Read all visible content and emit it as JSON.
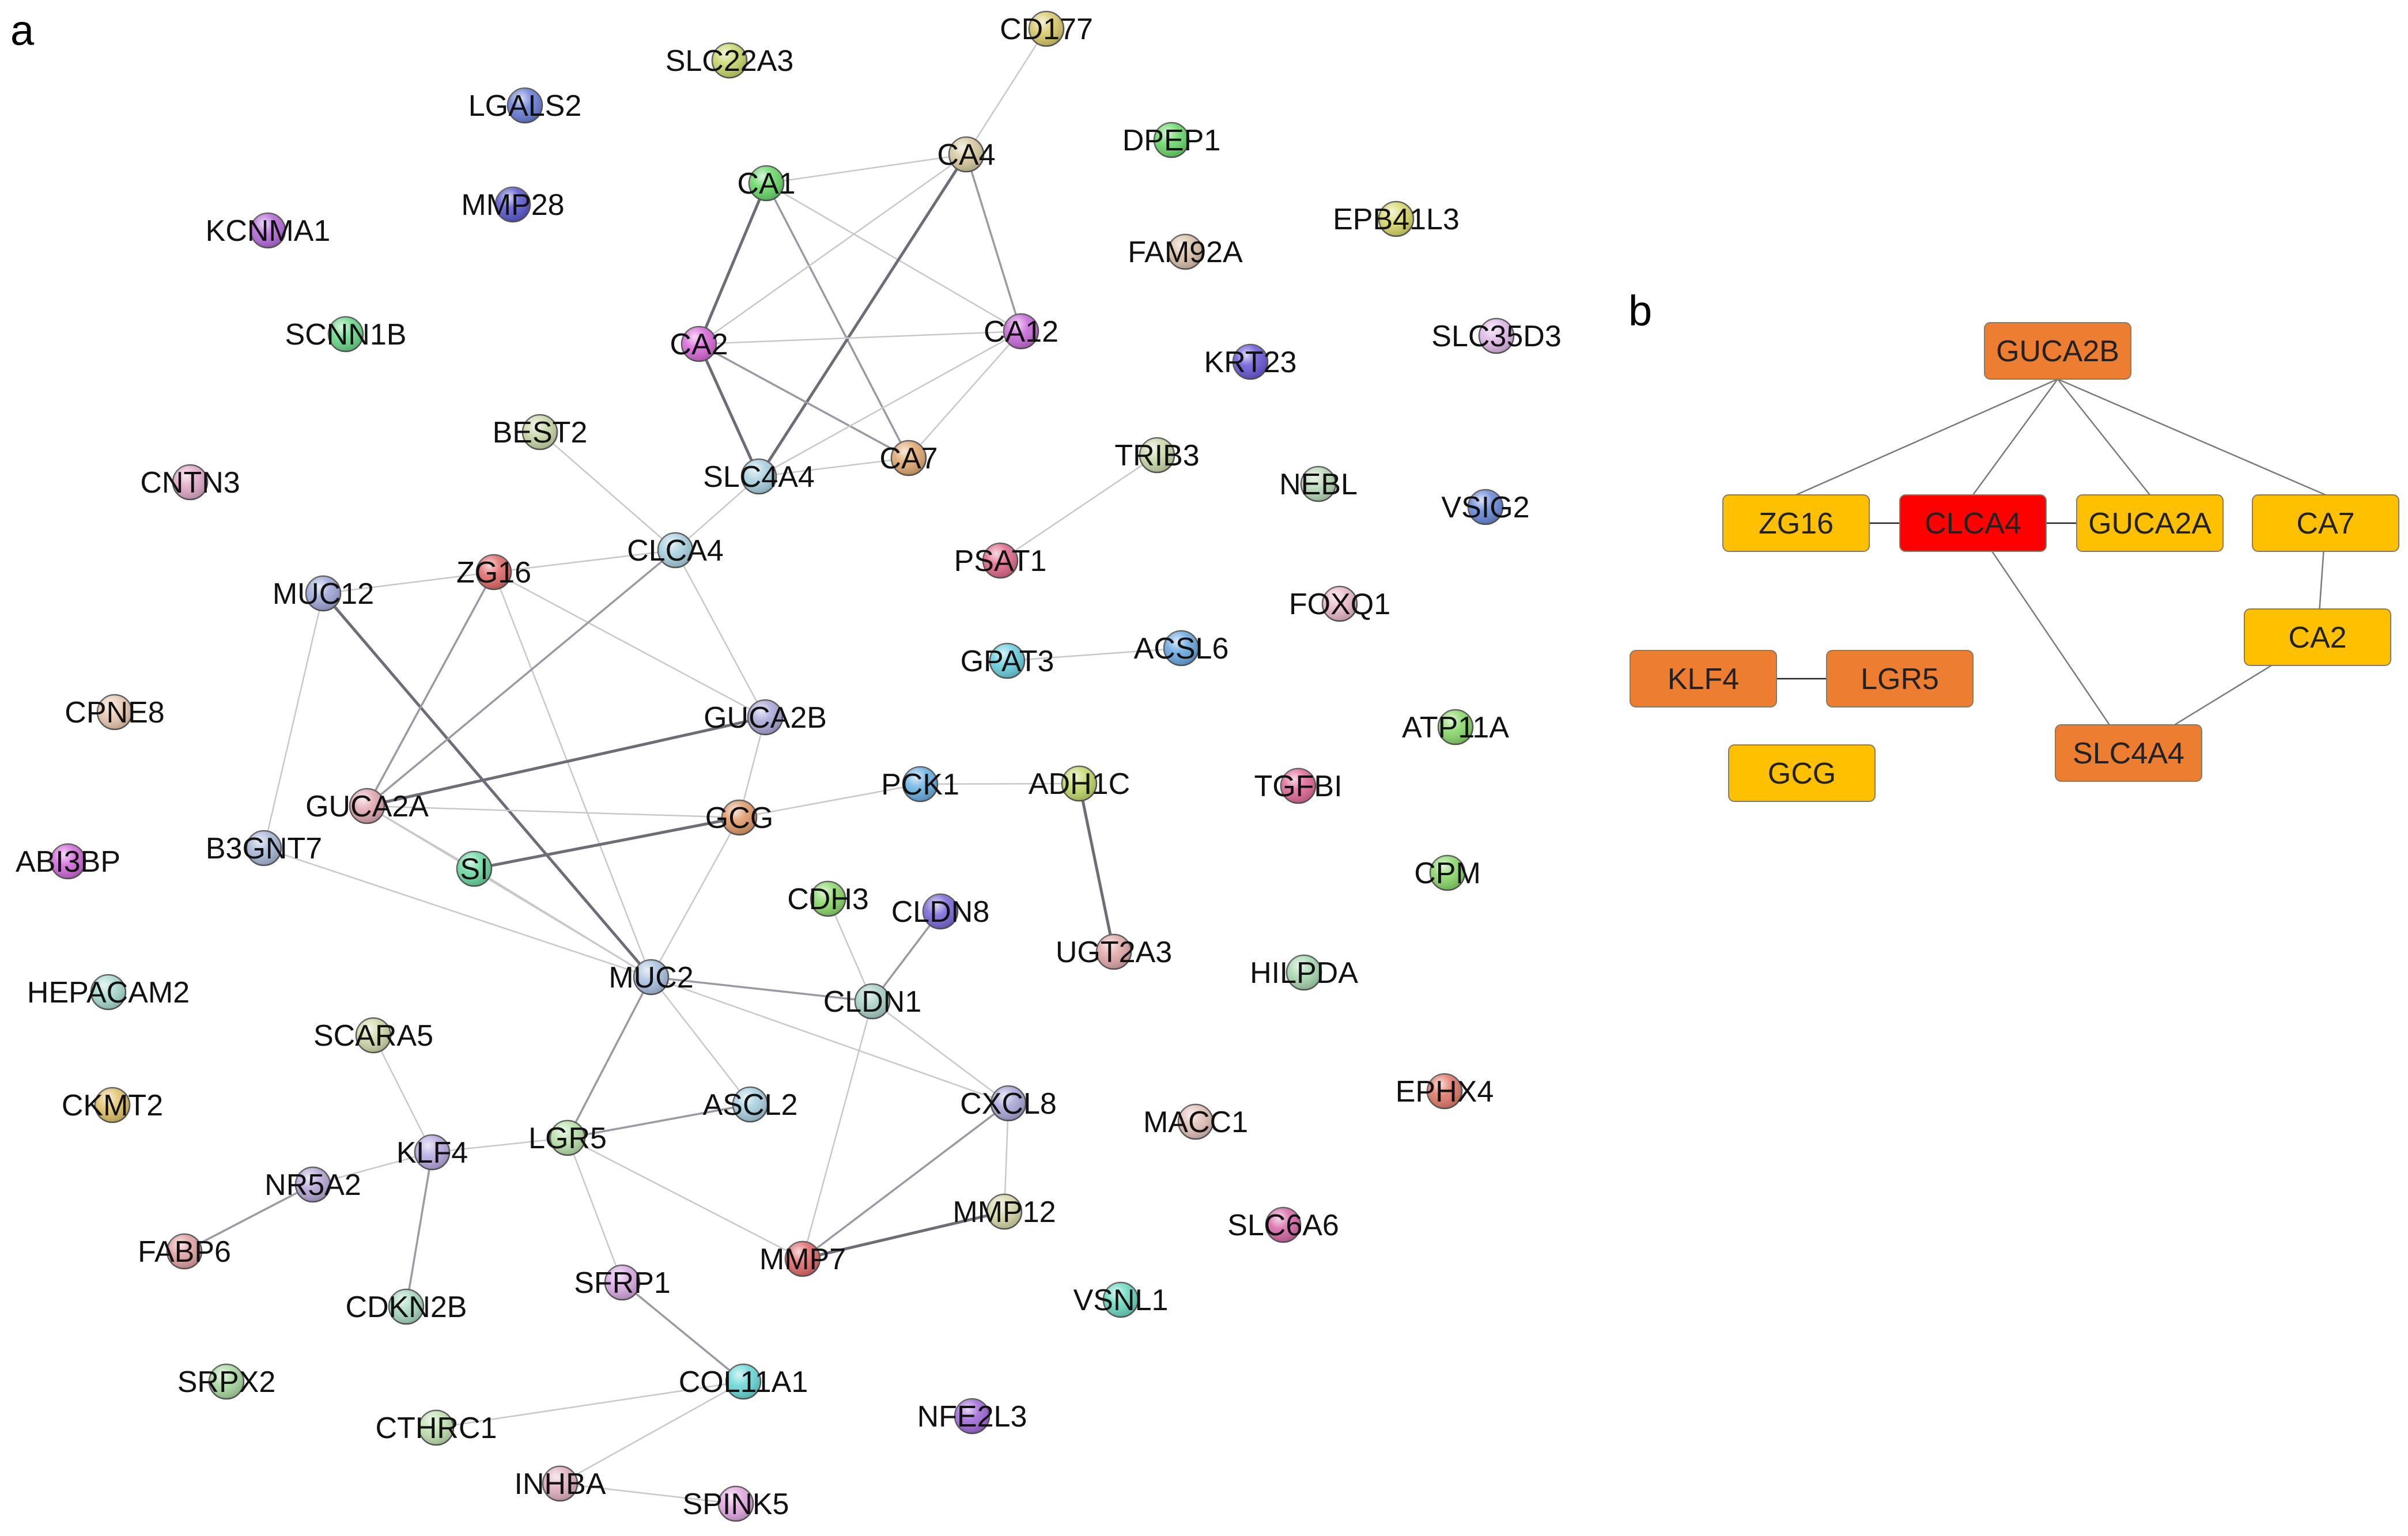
{
  "panels": {
    "a": "a",
    "b": "b"
  },
  "panel_a": {
    "nodes": [
      {
        "id": "CD177",
        "color": "#d8c96a"
      },
      {
        "id": "SLC22A3",
        "color": "#c9d56a"
      },
      {
        "id": "LGALS2",
        "color": "#6a7fd8"
      },
      {
        "id": "CA4",
        "color": "#d8c9a0"
      },
      {
        "id": "DPEP1",
        "color": "#6ad86a"
      },
      {
        "id": "CA1",
        "color": "#6ad86a"
      },
      {
        "id": "MMP28",
        "color": "#5a5ad0"
      },
      {
        "id": "KCNMA1",
        "color": "#b46ad8"
      },
      {
        "id": "FAM92A",
        "color": "#d8c0a8"
      },
      {
        "id": "EPB41L3",
        "color": "#d8d86a"
      },
      {
        "id": "SCNN1B",
        "color": "#6ad88a"
      },
      {
        "id": "CA2",
        "color": "#d86ad8"
      },
      {
        "id": "CA12",
        "color": "#c86ad8"
      },
      {
        "id": "SLC35D3",
        "color": "#e0b8e8"
      },
      {
        "id": "KRT23",
        "color": "#6a5ad8"
      },
      {
        "id": "BEST2",
        "color": "#c8d8a8"
      },
      {
        "id": "TRIB3",
        "color": "#c8d8a8"
      },
      {
        "id": "CNTN3",
        "color": "#e0a8c8"
      },
      {
        "id": "SLC4A4",
        "color": "#a8d0e0"
      },
      {
        "id": "CA7",
        "color": "#e0a870"
      },
      {
        "id": "NEBL",
        "color": "#b8d8b8"
      },
      {
        "id": "VSIG2",
        "color": "#6a8ad8"
      },
      {
        "id": "MUC12",
        "color": "#a0a8d8"
      },
      {
        "id": "ZG16",
        "color": "#e06a6a"
      },
      {
        "id": "CLCA4",
        "color": "#a8d0e0"
      },
      {
        "id": "PSAT1",
        "color": "#e06a8a"
      },
      {
        "id": "FOXQ1",
        "color": "#e8b8c8"
      },
      {
        "id": "GPAT3",
        "color": "#6ad0e0"
      },
      {
        "id": "ACSL6",
        "color": "#6aa8e0"
      },
      {
        "id": "CPNE8",
        "color": "#e8c8b0"
      },
      {
        "id": "GUCA2B",
        "color": "#a8a8d8"
      },
      {
        "id": "ATP11A",
        "color": "#8ad86a"
      },
      {
        "id": "GUCA2A",
        "color": "#e0a8b0"
      },
      {
        "id": "GCG",
        "color": "#e09a6a"
      },
      {
        "id": "PCK1",
        "color": "#6ab0e0"
      },
      {
        "id": "ADH1C",
        "color": "#c0d86a"
      },
      {
        "id": "TGFBI",
        "color": "#e06a9a"
      },
      {
        "id": "B3GNT7",
        "color": "#a8b8d8"
      },
      {
        "id": "ABI3BP",
        "color": "#d06ad8"
      },
      {
        "id": "SI",
        "color": "#6ad8a0"
      },
      {
        "id": "CDH3",
        "color": "#8ad86a"
      },
      {
        "id": "CLDN8",
        "color": "#7a6ad8"
      },
      {
        "id": "CPM",
        "color": "#8ad86a"
      },
      {
        "id": "UGT2A3",
        "color": "#e0a8a8"
      },
      {
        "id": "HEPACAM2",
        "color": "#a8d8d0"
      },
      {
        "id": "MUC2",
        "color": "#a8c0e0"
      },
      {
        "id": "CLDN1",
        "color": "#a8d0c8"
      },
      {
        "id": "HILPDA",
        "color": "#a8d8b0"
      },
      {
        "id": "SCARA5",
        "color": "#d0d8a8"
      },
      {
        "id": "EPHX4",
        "color": "#e07a6a"
      },
      {
        "id": "CKMT2",
        "color": "#e0c06a"
      },
      {
        "id": "ASCL2",
        "color": "#a8d0e0"
      },
      {
        "id": "CXCL8",
        "color": "#a8a8d8"
      },
      {
        "id": "MACC1",
        "color": "#e0c0b8"
      },
      {
        "id": "LGR5",
        "color": "#b8e0a8"
      },
      {
        "id": "KLF4",
        "color": "#b8a8e0"
      },
      {
        "id": "NR5A2",
        "color": "#b8a8d8"
      },
      {
        "id": "MMP12",
        "color": "#d8d8a8"
      },
      {
        "id": "SLC6A6",
        "color": "#d86aa8"
      },
      {
        "id": "FABP6",
        "color": "#e0a0a0"
      },
      {
        "id": "MMP7",
        "color": "#e06a6a"
      },
      {
        "id": "SFRP1",
        "color": "#d8a8e0"
      },
      {
        "id": "CDKN2B",
        "color": "#a8d8c0"
      },
      {
        "id": "VSNL1",
        "color": "#6ad8c0"
      },
      {
        "id": "SRPX2",
        "color": "#a8d8a0"
      },
      {
        "id": "COL11A1",
        "color": "#6ad8d8"
      },
      {
        "id": "NFE2L3",
        "color": "#a06ad8"
      },
      {
        "id": "CTHRC1",
        "color": "#c0e0b0"
      },
      {
        "id": "INHBA",
        "color": "#e0b0c0"
      },
      {
        "id": "SPINK5",
        "color": "#e0a8e0"
      }
    ],
    "edges": [
      [
        "CD177",
        "CA4",
        1
      ],
      [
        "CA1",
        "CA4",
        1
      ],
      [
        "CA1",
        "CA2",
        3
      ],
      [
        "CA1",
        "CA12",
        1
      ],
      [
        "CA1",
        "CA7",
        2
      ],
      [
        "CA4",
        "CA2",
        1
      ],
      [
        "CA4",
        "CA12",
        2
      ],
      [
        "CA4",
        "SLC4A4",
        3
      ],
      [
        "CA2",
        "CA12",
        1
      ],
      [
        "CA2",
        "SLC4A4",
        3
      ],
      [
        "CA2",
        "CA7",
        2
      ],
      [
        "CA12",
        "SLC4A4",
        1
      ],
      [
        "CA12",
        "CA7",
        1
      ],
      [
        "SLC4A4",
        "CA7",
        1
      ],
      [
        "BEST2",
        "CLCA4",
        1
      ],
      [
        "SLC4A4",
        "CLCA4",
        1
      ],
      [
        "TRIB3",
        "PSAT1",
        1
      ],
      [
        "GPAT3",
        "ACSL6",
        1
      ],
      [
        "MUC12",
        "ZG16",
        1
      ],
      [
        "MUC12",
        "MUC2",
        3
      ],
      [
        "MUC12",
        "B3GNT7",
        1
      ],
      [
        "ZG16",
        "CLCA4",
        1
      ],
      [
        "ZG16",
        "GUCA2B",
        1
      ],
      [
        "ZG16",
        "GUCA2A",
        2
      ],
      [
        "ZG16",
        "MUC2",
        1
      ],
      [
        "CLCA4",
        "GUCA2B",
        1
      ],
      [
        "CLCA4",
        "GUCA2A",
        2
      ],
      [
        "GUCA2B",
        "GUCA2A",
        3
      ],
      [
        "GUCA2B",
        "GCG",
        1
      ],
      [
        "GUCA2A",
        "GCG",
        1
      ],
      [
        "GUCA2A",
        "SI",
        1
      ],
      [
        "GUCA2A",
        "MUC2",
        1
      ],
      [
        "SI",
        "GCG",
        3
      ],
      [
        "SI",
        "MUC2",
        1
      ],
      [
        "GCG",
        "PCK1",
        1
      ],
      [
        "GCG",
        "MUC2",
        1
      ],
      [
        "PCK1",
        "ADH1C",
        1
      ],
      [
        "ADH1C",
        "UGT2A3",
        3
      ],
      [
        "B3GNT7",
        "MUC2",
        1
      ],
      [
        "CDH3",
        "CLDN1",
        1
      ],
      [
        "CLDN8",
        "CLDN1",
        2
      ],
      [
        "MUC2",
        "CLDN1",
        2
      ],
      [
        "MUC2",
        "ASCL2",
        1
      ],
      [
        "MUC2",
        "CXCL8",
        1
      ],
      [
        "MUC2",
        "LGR5",
        2
      ],
      [
        "CLDN1",
        "CXCL8",
        1
      ],
      [
        "CLDN1",
        "MMP7",
        1
      ],
      [
        "CXCL8",
        "MMP12",
        1
      ],
      [
        "CXCL8",
        "MMP7",
        2
      ],
      [
        "MMP7",
        "MMP12",
        3
      ],
      [
        "LGR5",
        "ASCL2",
        2
      ],
      [
        "LGR5",
        "KLF4",
        1
      ],
      [
        "LGR5",
        "SFRP1",
        1
      ],
      [
        "LGR5",
        "MMP7",
        1
      ],
      [
        "SCARA5",
        "KLF4",
        1
      ],
      [
        "KLF4",
        "NR5A2",
        1
      ],
      [
        "KLF4",
        "CDKN2B",
        2
      ],
      [
        "NR5A2",
        "FABP6",
        2
      ],
      [
        "SFRP1",
        "COL11A1",
        2
      ],
      [
        "COL11A1",
        "CTHRC1",
        1
      ],
      [
        "COL11A1",
        "INHBA",
        1
      ],
      [
        "INHBA",
        "SPINK5",
        1
      ]
    ]
  },
  "panel_b": {
    "nodes": [
      {
        "id": "GUCA2B",
        "color": "#ed7d31"
      },
      {
        "id": "ZG16",
        "color": "#ffc000"
      },
      {
        "id": "CLCA4",
        "color": "#ff0000"
      },
      {
        "id": "GUCA2A",
        "color": "#ffc000"
      },
      {
        "id": "CA7",
        "color": "#ffc000"
      },
      {
        "id": "CA2",
        "color": "#ffc000"
      },
      {
        "id": "KLF4",
        "color": "#ed7d31"
      },
      {
        "id": "LGR5",
        "color": "#ed7d31"
      },
      {
        "id": "SLC4A4",
        "color": "#ed7d31"
      },
      {
        "id": "GCG",
        "color": "#ffc000"
      }
    ],
    "edges": [
      [
        "GUCA2B",
        "ZG16"
      ],
      [
        "GUCA2B",
        "CLCA4"
      ],
      [
        "GUCA2B",
        "GUCA2A"
      ],
      [
        "GUCA2B",
        "CA7"
      ],
      [
        "ZG16",
        "CLCA4"
      ],
      [
        "CLCA4",
        "GUCA2A"
      ],
      [
        "CLCA4",
        "SLC4A4"
      ],
      [
        "CA7",
        "CA2"
      ],
      [
        "CA2",
        "SLC4A4"
      ],
      [
        "KLF4",
        "LGR5"
      ]
    ]
  }
}
